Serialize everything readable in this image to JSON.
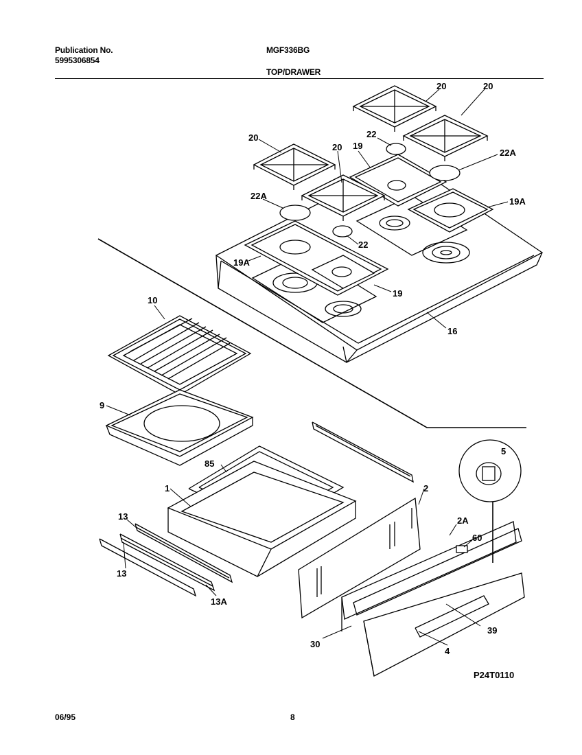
{
  "header": {
    "publication_label": "Publication No.",
    "publication_number": "5995306854",
    "model": "MGF336BG",
    "section_title": "TOP/DRAWER"
  },
  "footer": {
    "date": "06/95",
    "page": "8",
    "diagram_code": "P24T0110"
  },
  "callouts": {
    "c20a": "20",
    "c20b": "20",
    "c20c": "20",
    "c20d": "20",
    "c22a": "22",
    "c22b": "22",
    "c22Aa": "22A",
    "c22Ab": "22A",
    "c19a": "19",
    "c19b": "19",
    "c19Aa": "19A",
    "c19Ab": "19A",
    "c16": "16",
    "c10": "10",
    "c9": "9",
    "c85": "85",
    "c1": "1",
    "c2": "2",
    "c2A": "2A",
    "c5": "5",
    "c60": "60",
    "c13a": "13",
    "c13b": "13",
    "c13A": "13A",
    "c30": "30",
    "c39": "39",
    "c4": "4"
  }
}
